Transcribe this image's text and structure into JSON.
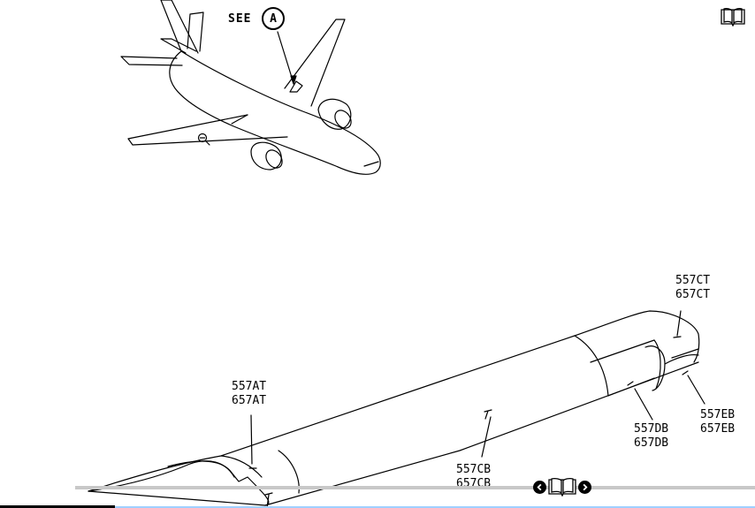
{
  "view_ref": {
    "see_label": "SEE",
    "detail_letter": "A"
  },
  "labels": [
    {
      "key": "c_top",
      "lines": [
        "557CT",
        "657CT"
      ]
    },
    {
      "key": "a_top",
      "lines": [
        "557AT",
        "657AT"
      ]
    },
    {
      "key": "e_bottom",
      "lines": [
        "557EB",
        "657EB"
      ]
    },
    {
      "key": "d_bottom",
      "lines": [
        "557DB",
        "657DB"
      ]
    },
    {
      "key": "c_bottom",
      "lines": [
        "557CB",
        "657CB"
      ]
    }
  ],
  "icons": {
    "book_top": "book-icon",
    "zoom": "zoom-out-icon",
    "prev": "chevron-left-icon",
    "book_nav": "book-icon",
    "next": "chevron-right-icon"
  }
}
